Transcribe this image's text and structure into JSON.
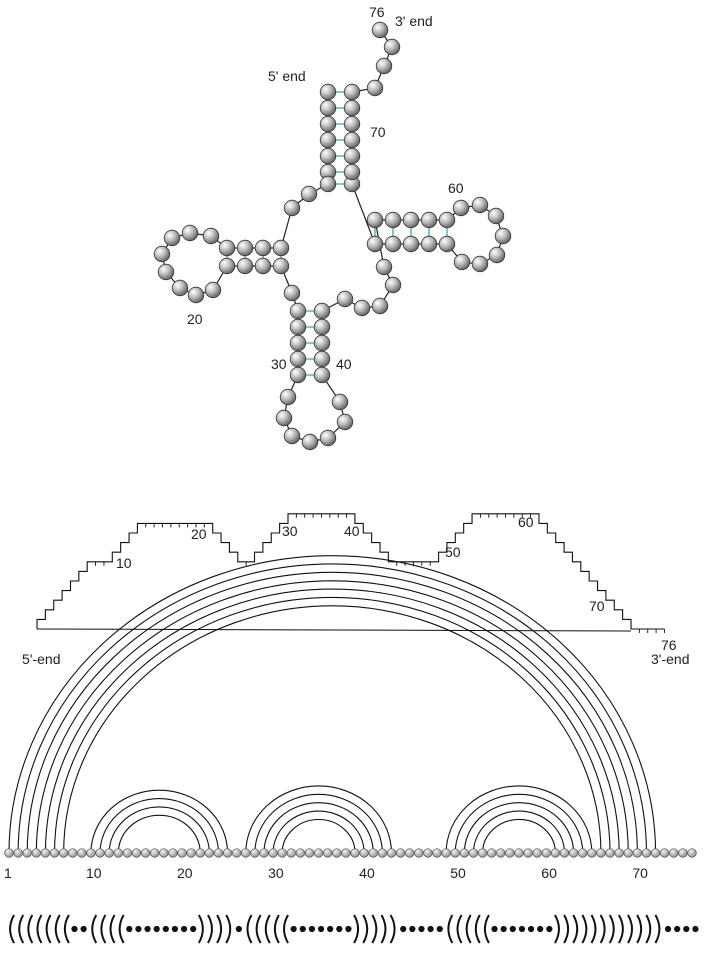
{
  "structure": {
    "length": 76,
    "dot_bracket": "(((((((..((((........)))).(((((.......))))).....(((((.......))))))))))))....",
    "pairs": [
      [
        1,
        72
      ],
      [
        2,
        71
      ],
      [
        3,
        70
      ],
      [
        4,
        69
      ],
      [
        5,
        68
      ],
      [
        6,
        67
      ],
      [
        7,
        66
      ],
      [
        10,
        25
      ],
      [
        11,
        24
      ],
      [
        12,
        23
      ],
      [
        13,
        22
      ],
      [
        27,
        43
      ],
      [
        28,
        42
      ],
      [
        29,
        41
      ],
      [
        30,
        40
      ],
      [
        31,
        39
      ],
      [
        49,
        65
      ],
      [
        50,
        64
      ],
      [
        51,
        63
      ],
      [
        52,
        62
      ],
      [
        53,
        61
      ]
    ]
  },
  "cloverleaf": {
    "labels": {
      "five_end": "5' end",
      "three_end": "3' end",
      "n76": "76",
      "n70": "70",
      "n60": "60",
      "n20": "20",
      "n30": "30",
      "n40": "40"
    }
  },
  "mountain": {
    "labels": {
      "n10": "10",
      "n20": "20",
      "n30": "30",
      "n40": "40",
      "n50": "50",
      "n60": "60",
      "n70": "70",
      "n76": "76",
      "five_end": "5'-end",
      "three_end": "3'-end"
    }
  },
  "arc": {
    "ticks": [
      "1",
      "10",
      "20",
      "30",
      "40",
      "50",
      "60",
      "70"
    ]
  },
  "colors": {
    "base_pair_line": "#3aa6b9",
    "bead": "#9a9a9a",
    "line": "#111111"
  }
}
